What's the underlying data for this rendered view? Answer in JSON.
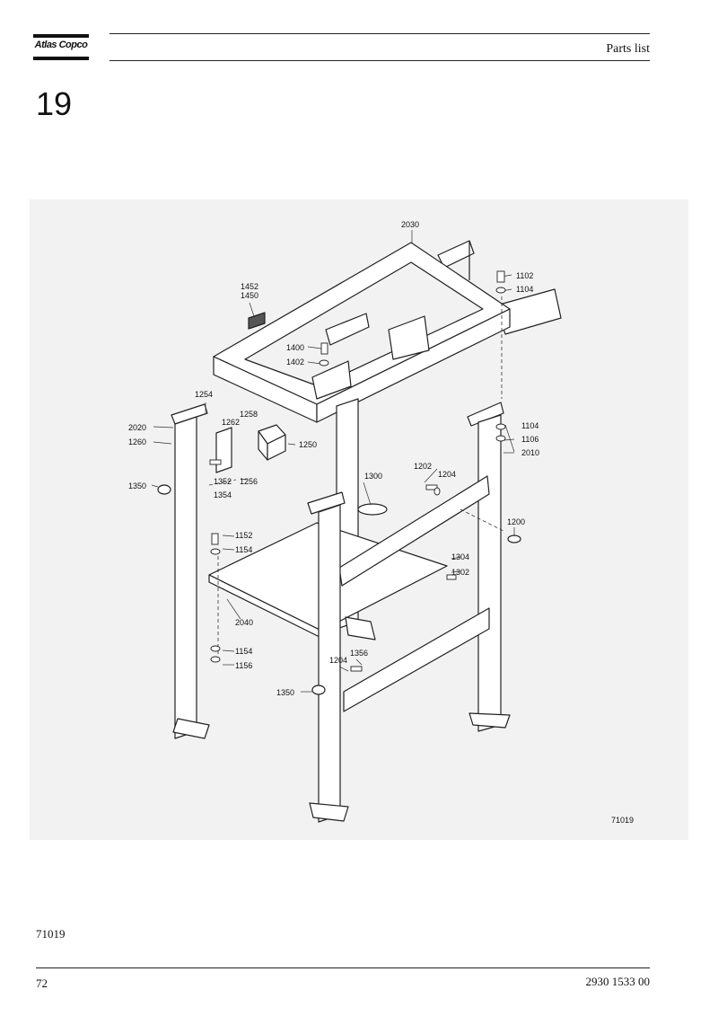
{
  "header": {
    "brand": "Atlas Copco",
    "section_title": "Parts list"
  },
  "chapter_number": "19",
  "figure": {
    "drawing_id": "71019",
    "callouts": {
      "c2030": "2030",
      "c1102": "1102",
      "c1104a": "1104",
      "c1452": "1452",
      "c1450": "1450",
      "c1400": "1400",
      "c1402": "1402",
      "c1254": "1254",
      "c1258": "1258",
      "c1262": "1262",
      "c2020": "2020",
      "c1260": "1260",
      "c1250": "1250",
      "c1104b": "1104",
      "c1106": "1106",
      "c2010": "2010",
      "c1352": "1352",
      "c1354": "1354",
      "c1256": "1256",
      "c1202": "1202",
      "c1204a": "1204",
      "c1300": "1300",
      "c1350a": "1350",
      "c1200": "1200",
      "c1152": "1152",
      "c1154a": "1154",
      "c1304": "1304",
      "c1302": "1302",
      "c2040": "2040",
      "c1154b": "1154",
      "c1156": "1156",
      "c1356": "1356",
      "c1204b": "1204",
      "c1350b": "1350"
    }
  },
  "footer": {
    "figure_ref": "71019",
    "page_number": "72",
    "document_number": "2930 1533 00"
  }
}
